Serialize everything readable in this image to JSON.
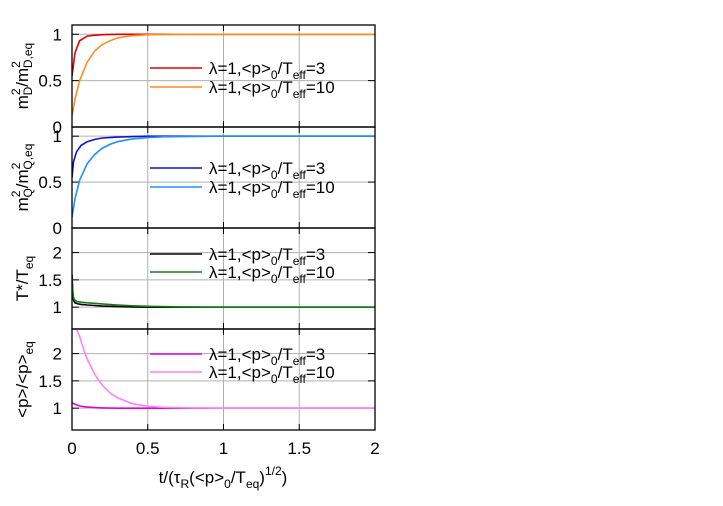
{
  "chart_data": {
    "type": "line",
    "xlabel": {
      "main": "t/(τ",
      "sub1": "R",
      "mid1": "(<p>",
      "sub2": "0",
      "mid2": "/T",
      "sub3": "eq",
      "mid3": ")",
      "sup": "1/2",
      "end": ")"
    },
    "xlim": [
      0,
      2
    ],
    "xticks": [
      "0",
      "0.5",
      "1",
      "1.5",
      "2"
    ],
    "grid": "dashed gray lines at major ticks",
    "panels": [
      {
        "ylabel": {
          "a": "m",
          "a_sub": "D",
          "a_sup": "2",
          "b": "/m",
          "b_sub": "D,eq",
          "b_sup": "2"
        },
        "ylim": [
          0,
          1.1
        ],
        "yticks": [
          "0",
          "0.5",
          "1"
        ],
        "ytick_values": [
          0,
          0.5,
          1
        ],
        "series": [
          {
            "name": {
              "a": "λ=1,<p>",
              "sub": "0",
              "b": "/T",
              "sub2": "eff",
              "c": "=3"
            },
            "color": "#e00000",
            "x": [
              0,
              0.02,
              0.05,
              0.1,
              0.15,
              0.2,
              0.3,
              0.4,
              0.5,
              0.7,
              1.0,
              1.5,
              2.0
            ],
            "y": [
              0.55,
              0.8,
              0.93,
              0.98,
              0.99,
              0.995,
              1.0,
              1.0,
              1.0,
              1.0,
              1.0,
              1.0,
              1.0
            ]
          },
          {
            "name": {
              "a": "λ=1,<p>",
              "sub": "0",
              "b": "/T",
              "sub2": "eff",
              "c": "=10"
            },
            "color": "#ff8c1a",
            "x": [
              0,
              0.02,
              0.05,
              0.1,
              0.15,
              0.2,
              0.25,
              0.3,
              0.35,
              0.4,
              0.45,
              0.5,
              0.6,
              0.7,
              1.0,
              1.5,
              2.0
            ],
            "y": [
              0.12,
              0.3,
              0.5,
              0.7,
              0.82,
              0.89,
              0.93,
              0.96,
              0.975,
              0.985,
              0.99,
              0.995,
              0.998,
              1.0,
              1.0,
              1.0,
              1.0
            ]
          }
        ]
      },
      {
        "ylabel": {
          "a": "m",
          "a_sub": "Q",
          "a_sup": "2",
          "b": "/m",
          "b_sub": "Q,eq",
          "b_sup": "2"
        },
        "ylim": [
          0,
          1.1
        ],
        "yticks": [
          "0",
          "0.5",
          "1"
        ],
        "ytick_values": [
          0,
          0.5,
          1
        ],
        "series": [
          {
            "name": {
              "a": "λ=1,<p>",
              "sub": "0",
              "b": "/T",
              "sub2": "eff",
              "c": "=3"
            },
            "color": "#1010d0",
            "x": [
              0,
              0.01,
              0.03,
              0.06,
              0.1,
              0.15,
              0.2,
              0.3,
              0.4,
              0.5,
              0.7,
              1.0,
              1.5,
              2.0
            ],
            "y": [
              0.55,
              0.72,
              0.83,
              0.9,
              0.94,
              0.965,
              0.98,
              0.99,
              0.995,
              1.0,
              1.0,
              1.0,
              1.0,
              1.0
            ]
          },
          {
            "name": {
              "a": "λ=1,<p>",
              "sub": "0",
              "b": "/T",
              "sub2": "eff",
              "c": "=10"
            },
            "color": "#1e90ff",
            "x": [
              0,
              0.02,
              0.05,
              0.1,
              0.15,
              0.2,
              0.25,
              0.3,
              0.4,
              0.5,
              0.6,
              0.8,
              1.0,
              1.5,
              2.0
            ],
            "y": [
              0.12,
              0.32,
              0.52,
              0.7,
              0.8,
              0.87,
              0.91,
              0.94,
              0.97,
              0.985,
              0.993,
              0.998,
              1.0,
              1.0,
              1.0
            ]
          }
        ]
      },
      {
        "ylabel": {
          "a": "T*/T",
          "a_sub": "eq"
        },
        "ylim": [
          0.6,
          2.45
        ],
        "yticks": [
          "1",
          "1.5",
          "2"
        ],
        "ytick_values": [
          1,
          1.5,
          2
        ],
        "series": [
          {
            "name": {
              "a": "λ=1,<p>",
              "sub": "0",
              "b": "/T",
              "sub2": "eff",
              "c": "=3"
            },
            "color": "#000000",
            "x": [
              0,
              0.005,
              0.01,
              0.02,
              0.04,
              0.06,
              0.1,
              0.15,
              0.2,
              0.3,
              0.4,
              0.5,
              0.7,
              1.0,
              1.5,
              2.0
            ],
            "y": [
              1.6,
              1.25,
              1.13,
              1.08,
              1.06,
              1.05,
              1.04,
              1.03,
              1.02,
              1.01,
              1.005,
              1.0,
              1.0,
              1.0,
              1.0,
              1.0
            ]
          },
          {
            "name": {
              "a": "λ=1,<p>",
              "sub": "0",
              "b": "/T",
              "sub2": "eff",
              "c": "=10"
            },
            "color": "#1a7a1a",
            "x": [
              0,
              0.005,
              0.01,
              0.02,
              0.04,
              0.06,
              0.1,
              0.15,
              0.2,
              0.3,
              0.4,
              0.5,
              0.7,
              1.0,
              1.5,
              2.0
            ],
            "y": [
              1.55,
              1.3,
              1.18,
              1.12,
              1.1,
              1.09,
              1.08,
              1.07,
              1.06,
              1.04,
              1.025,
              1.015,
              1.005,
              1.0,
              1.0,
              1.0
            ]
          }
        ]
      },
      {
        "ylabel": {
          "a": "<p>/<p>",
          "a_sub": "eq"
        },
        "ylim": [
          0.6,
          2.45
        ],
        "yticks": [
          "1",
          "1.5",
          "2"
        ],
        "ytick_values": [
          1,
          1.5,
          2
        ],
        "series": [
          {
            "name": {
              "a": "λ=1,<p>",
              "sub": "0",
              "b": "/T",
              "sub2": "eff",
              "c": "=3"
            },
            "color": "#e000e0",
            "x": [
              0,
              0.02,
              0.05,
              0.1,
              0.15,
              0.2,
              0.3,
              0.4,
              0.5,
              0.7,
              1.0,
              1.5,
              2.0
            ],
            "y": [
              1.1,
              1.07,
              1.04,
              1.02,
              1.01,
              1.005,
              1.0,
              1.0,
              1.0,
              1.0,
              1.0,
              1.0,
              1.0
            ]
          },
          {
            "name": {
              "a": "λ=1,<p>",
              "sub": "0",
              "b": "/T",
              "sub2": "eff",
              "c": "=10"
            },
            "color": "#ff80ff",
            "x": [
              0.03,
              0.05,
              0.08,
              0.1,
              0.15,
              0.2,
              0.25,
              0.3,
              0.4,
              0.5,
              0.6,
              0.8,
              1.0,
              1.5,
              2.0
            ],
            "y": [
              2.45,
              2.32,
              2.05,
              1.9,
              1.62,
              1.42,
              1.28,
              1.19,
              1.08,
              1.035,
              1.015,
              1.003,
              1.0,
              1.0,
              1.0
            ]
          }
        ]
      }
    ]
  }
}
